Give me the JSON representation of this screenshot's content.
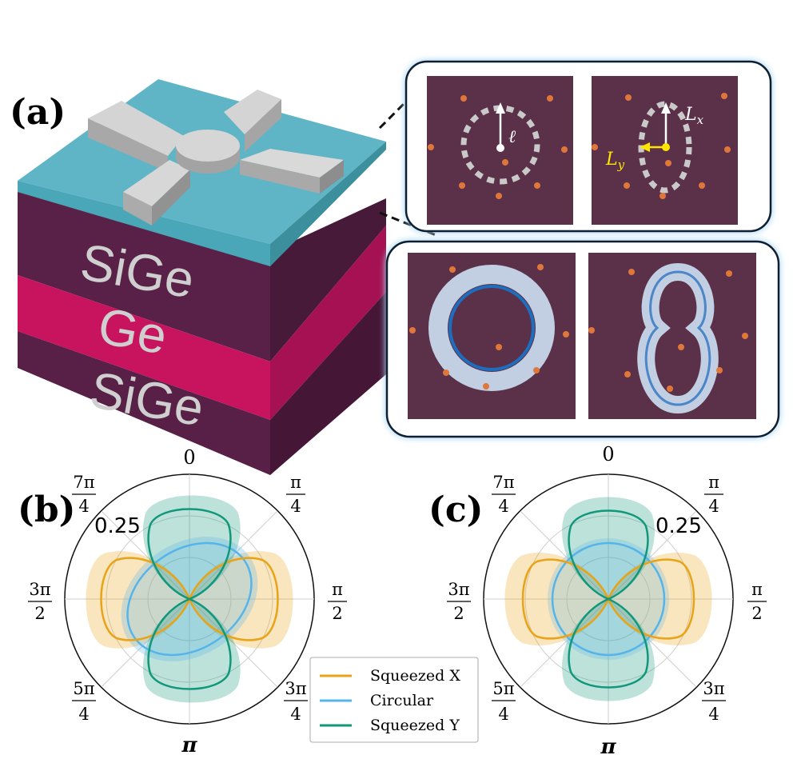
{
  "panels": {
    "a": "(a)",
    "b": "(b)",
    "c": "(c)"
  },
  "layers": {
    "top": "SiGe",
    "middle": "Ge",
    "bottom": "SiGe"
  },
  "insets": {
    "ell": "ℓ",
    "lx": "L",
    "lx_sub": "x",
    "ly": "L",
    "ly_sub": "y"
  },
  "polar": {
    "angles": {
      "top": "0",
      "bottom": "π",
      "right_num": "π",
      "right_den": "2",
      "left_num": "3π",
      "left_den": "2",
      "ne_num": "π",
      "ne_den": "4",
      "nw_num": "7π",
      "nw_den": "4",
      "se_num": "3π",
      "se_den": "4",
      "sw_num": "5π",
      "sw_den": "4"
    },
    "radial_tick": "0.25"
  },
  "legend": {
    "items": [
      {
        "label": "Squeezed X",
        "color": "#e8a317"
      },
      {
        "label": "Circular",
        "color": "#56b4e9"
      },
      {
        "label": "Squeezed Y",
        "color": "#11977a"
      }
    ]
  },
  "colors": {
    "cap": "#5fb5c6",
    "sige": "#5a2148",
    "ge": "#c8135f",
    "inset_bg": "#5b3049",
    "dot": "#e0773a",
    "ring": "#1d6ebf",
    "halo": "#c2cfe2"
  }
}
